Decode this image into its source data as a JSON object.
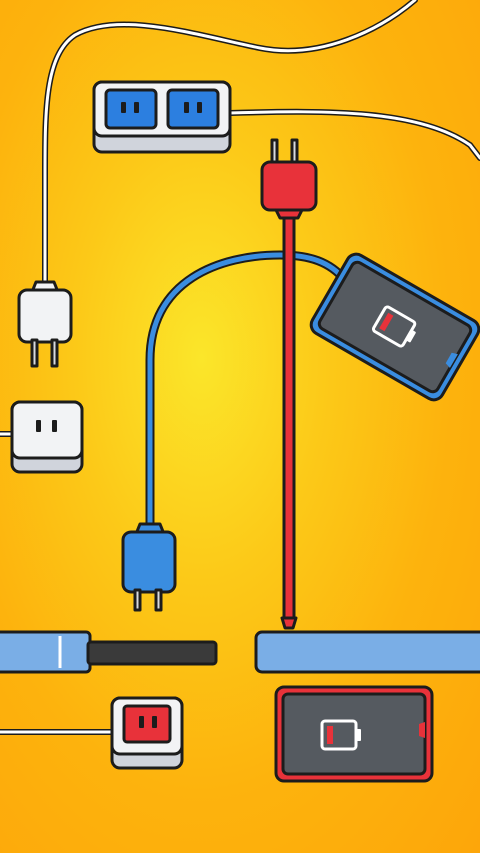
{
  "game": {
    "theme": "cable-connect-puzzle",
    "colors": {
      "background_center": "#fbe62a",
      "background_edge": "#fda60a",
      "white_cable": "#ffffff",
      "blue_cable": "#3a8de0",
      "red_cable": "#e8323a",
      "socket_blue": "#2c7fe0",
      "socket_red": "#e8323a",
      "table_blue": "#7aaee6",
      "dark_rod": "#3a3a3a",
      "phone_body": "#555a60",
      "outline": "#1c1c1c"
    },
    "battery_blue_phone": {
      "charge": 0.15,
      "state": "low",
      "icon": "battery-low-icon"
    },
    "battery_red_phone": {
      "charge": 0.15,
      "state": "low",
      "icon": "battery-low-icon"
    }
  }
}
